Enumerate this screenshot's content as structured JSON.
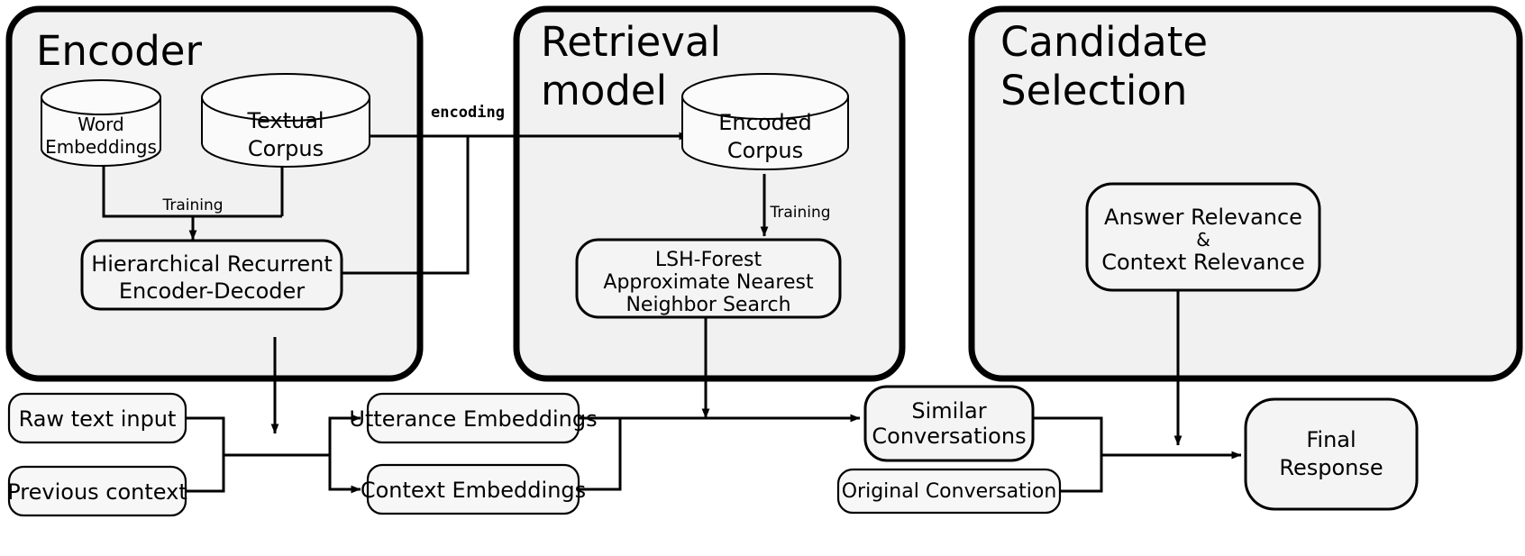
{
  "diagram": {
    "title": "Conversational response retrieval pipeline",
    "background_color": "#ffffff",
    "panel_fill": "#f1f1f1",
    "node_fill": "#f4f4f4",
    "stroke_color": "#000000"
  },
  "panels": [
    {
      "id": "encoder",
      "title": "Encoder"
    },
    {
      "id": "retrieval",
      "title_line1": "Retrieval",
      "title_line2": "model"
    },
    {
      "id": "candidate",
      "title_line1": "Candidate",
      "title_line2": "Selection"
    }
  ],
  "nodes": {
    "word_embeddings": {
      "line1": "Word",
      "line2": "Embeddings",
      "shape": "cylinder"
    },
    "textual_corpus": {
      "line1": "Textual",
      "line2": "Corpus",
      "shape": "cylinder"
    },
    "hred": {
      "line1": "Hierarchical Recurrent",
      "line2": "Encoder-Decoder",
      "shape": "rounded-rect"
    },
    "encoded_corpus": {
      "line1": "Encoded",
      "line2": "Corpus",
      "shape": "cylinder"
    },
    "lsh_forest": {
      "line1": "LSH-Forest",
      "line2": "Approximate Nearest",
      "line3": "Neighbor Search",
      "shape": "rounded-rect"
    },
    "relevance": {
      "line1": "Answer Relevance",
      "line2": "&",
      "line3": "Context Relevance",
      "shape": "rounded-rect"
    },
    "raw_text_input": {
      "line1": "Raw text input",
      "shape": "rounded-rect"
    },
    "previous_context": {
      "line1": "Previous context",
      "shape": "rounded-rect"
    },
    "utterance_embeddings": {
      "line1": "Utterance Embeddings",
      "shape": "rounded-rect"
    },
    "context_embeddings": {
      "line1": "Context Embeddings",
      "shape": "rounded-rect"
    },
    "similar_conversations": {
      "line1": "Similar",
      "line2": "Conversations",
      "shape": "rounded-rect"
    },
    "original_conversation": {
      "line1": "Original Conversation",
      "shape": "rounded-rect"
    },
    "final_response": {
      "line1": "Final",
      "line2": "Response",
      "shape": "rounded-rect"
    }
  },
  "edge_labels": {
    "training_encoder": "Training",
    "encoding": "encoding",
    "training_retrieval": "Training"
  }
}
